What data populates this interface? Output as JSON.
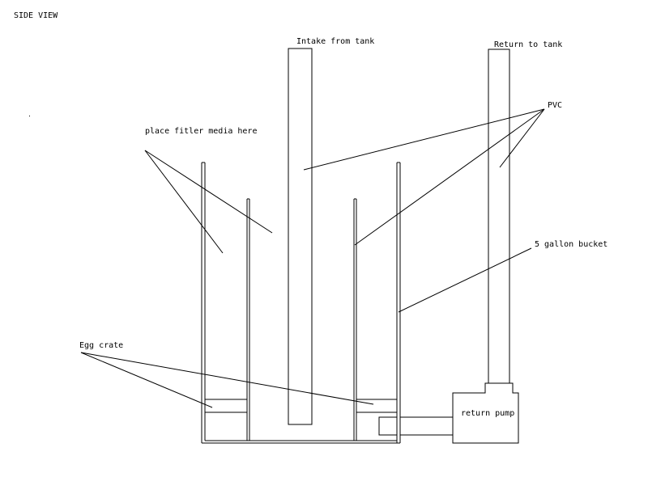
{
  "title": "SIDE VIEW",
  "labels": {
    "intake": "Intake from tank",
    "return": "Return to tank",
    "pvc": "PVC",
    "filter_media": "place fitler media here",
    "bucket": "5 gallon bucket",
    "egg_crate": "Egg crate",
    "pump": "return pump"
  },
  "colors": {
    "line": "#000000",
    "background": "#ffffff"
  }
}
